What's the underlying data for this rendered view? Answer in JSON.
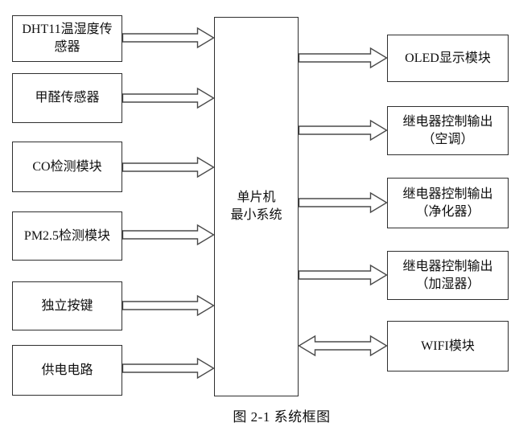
{
  "colors": {
    "background": "#ffffff",
    "box_border": "#2f2f2f",
    "arrow_outline": "#4a4a4a",
    "text": "#0f0f0f"
  },
  "diagram": {
    "caption": "图 2-1 系统框图",
    "center_box": {
      "label": "单片机\n最小系统"
    },
    "left_boxes": [
      {
        "label": "DHT11温湿度传\n感器"
      },
      {
        "label": "甲醛传感器"
      },
      {
        "label": "CO检测模块"
      },
      {
        "label": "PM2.5检测模块"
      },
      {
        "label": "独立按键"
      },
      {
        "label": "供电电路"
      }
    ],
    "right_boxes": [
      {
        "label": "OLED显示模块"
      },
      {
        "label": "继电器控制输出\n（空调）"
      },
      {
        "label": "继电器控制输出\n（净化器）"
      },
      {
        "label": "继电器控制输出\n（加湿器）"
      },
      {
        "label": "WIFI模块"
      }
    ],
    "connections": [
      {
        "from": "DHT11温湿度传感器",
        "to": "单片机最小系统",
        "type": "one-way"
      },
      {
        "from": "甲醛传感器",
        "to": "单片机最小系统",
        "type": "one-way"
      },
      {
        "from": "CO检测模块",
        "to": "单片机最小系统",
        "type": "one-way"
      },
      {
        "from": "PM2.5检测模块",
        "to": "单片机最小系统",
        "type": "one-way"
      },
      {
        "from": "独立按键",
        "to": "单片机最小系统",
        "type": "one-way"
      },
      {
        "from": "供电电路",
        "to": "单片机最小系统",
        "type": "one-way"
      },
      {
        "from": "单片机最小系统",
        "to": "OLED显示模块",
        "type": "one-way"
      },
      {
        "from": "单片机最小系统",
        "to": "继电器控制输出（空调）",
        "type": "one-way"
      },
      {
        "from": "单片机最小系统",
        "to": "继电器控制输出（净化器）",
        "type": "one-way"
      },
      {
        "from": "单片机最小系统",
        "to": "继电器控制输出（加湿器）",
        "type": "one-way"
      },
      {
        "from": "单片机最小系统",
        "to": "WIFI模块",
        "type": "two-way"
      }
    ]
  }
}
